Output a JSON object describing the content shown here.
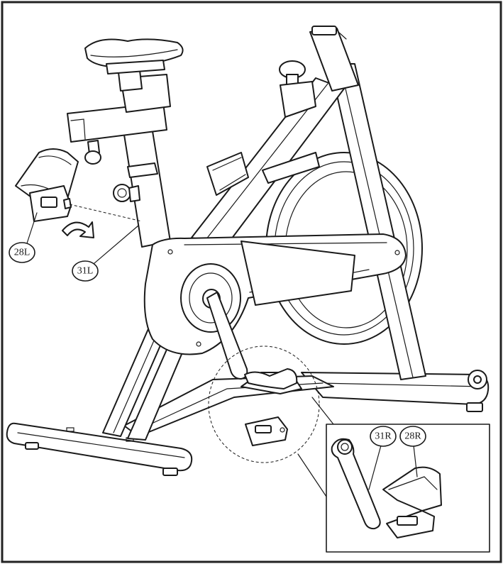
{
  "callouts": {
    "part_28L": "28L",
    "part_31L": "31L",
    "part_31R": "31R",
    "part_28R": "28R"
  },
  "colors": {
    "line": "#1a1a1a",
    "background": "#ffffff",
    "frame": "#222222"
  },
  "icons": [
    "rotate-arrow-icon-left",
    "rotate-arrow-icon-right"
  ]
}
